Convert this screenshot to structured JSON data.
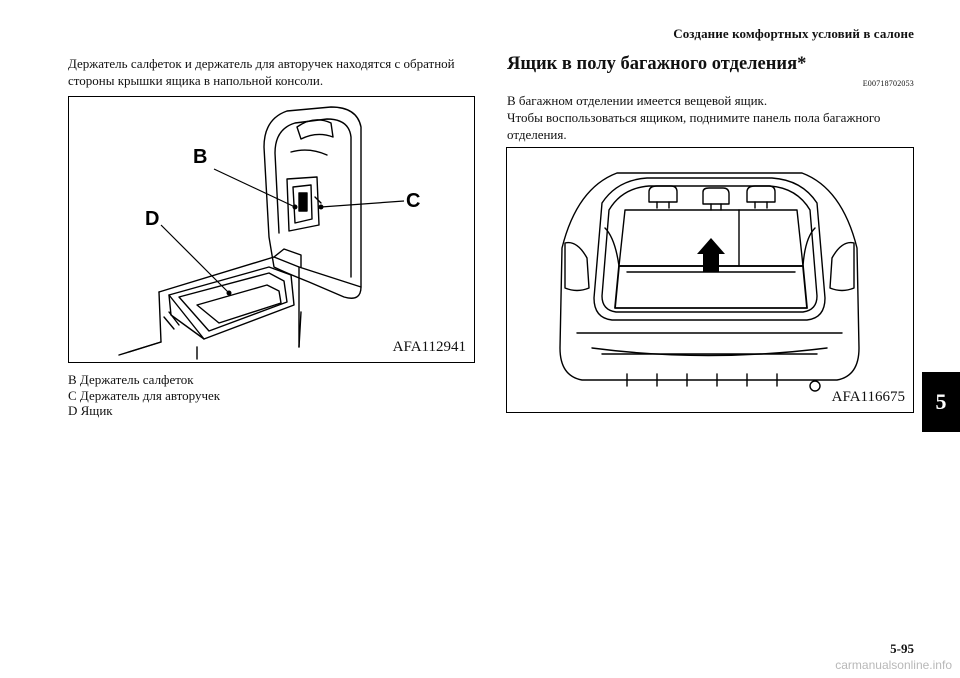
{
  "header": {
    "title": "Создание комфортных условий в салоне"
  },
  "left": {
    "paragraph_lines": [
      "Держатель салфеток и держатель для авторучек находятся с обратной",
      "стороны крышки ящика в напольной консоли."
    ],
    "figure": {
      "code": "AFA112941",
      "callouts": {
        "b": "B",
        "c": "C",
        "d": "D"
      }
    },
    "legend": [
      "B Держатель салфеток",
      "C Держатель для авторучек",
      "D Ящик"
    ]
  },
  "right": {
    "section_title": "Ящик в полу багажного отделения*",
    "section_code": "E00718702053",
    "paragraph_lines": [
      "В багажном отделении имеется вещевой ящик.",
      "Чтобы воспользоваться ящиком, поднимите панель пола багажного",
      "отделения."
    ],
    "figure": {
      "code": "AFA116675"
    }
  },
  "chapter_tab": "5",
  "page_number": "5-95",
  "watermark": "carmanualsonline.info"
}
